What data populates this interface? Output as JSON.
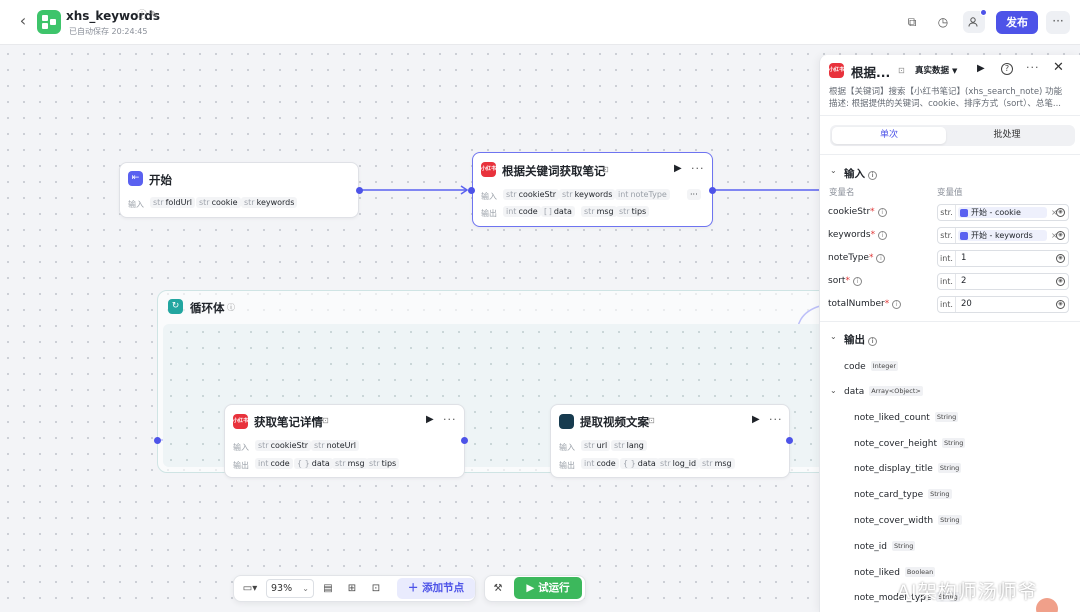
{
  "header": {
    "title": "xhs_keywords",
    "autosave": "已自动保存 20:24:45",
    "publish_label": "发布",
    "brand_color": "#4d53e8"
  },
  "nodes": {
    "start": {
      "title": "开始",
      "input_label": "输入",
      "inputs": [
        {
          "type": "str",
          "name": "foldUrl"
        },
        {
          "type": "str",
          "name": "cookie"
        },
        {
          "type": "str",
          "name": "keywords"
        }
      ]
    },
    "search": {
      "title": "根据关键词获取笔记",
      "icon_text": "小红书",
      "input_label": "输入",
      "output_label": "输出",
      "inputs": [
        {
          "type": "str",
          "name": "cookieStr"
        },
        {
          "type": "str",
          "name": "keywords"
        },
        {
          "type": "int",
          "name": "noteType"
        }
      ],
      "outputs": [
        {
          "type": "int",
          "name": "code"
        },
        {
          "type": "[ ]",
          "name": "data"
        },
        {
          "type": "str",
          "name": "msg"
        },
        {
          "type": "str",
          "name": "tips"
        }
      ]
    },
    "loop": {
      "title": "循环体"
    },
    "detail": {
      "title": "获取笔记详情",
      "icon_text": "小红书",
      "input_label": "输入",
      "output_label": "输出",
      "inputs": [
        {
          "type": "str",
          "name": "cookieStr"
        },
        {
          "type": "str",
          "name": "noteUrl"
        }
      ],
      "outputs": [
        {
          "type": "int",
          "name": "code"
        },
        {
          "type": "{ }",
          "name": "data"
        },
        {
          "type": "str",
          "name": "msg"
        },
        {
          "type": "str",
          "name": "tips"
        }
      ]
    },
    "video": {
      "title": "提取视频文案",
      "input_label": "输入",
      "output_label": "输出",
      "inputs": [
        {
          "type": "str",
          "name": "url"
        },
        {
          "type": "str",
          "name": "lang"
        }
      ],
      "outputs": [
        {
          "type": "int",
          "name": "code"
        },
        {
          "type": "{ }",
          "name": "data"
        },
        {
          "type": "str",
          "name": "log_id"
        },
        {
          "type": "str",
          "name": "msg"
        }
      ]
    }
  },
  "toolbar": {
    "zoom": "93%",
    "add_node_label": "添加节点",
    "trial_run_label": "试运行"
  },
  "panel": {
    "title": "根据...",
    "icon_text": "小红书",
    "data_mode": "真实数据",
    "desc_line1": "根据【关键词】搜索【小红书笔记】(xhs_search_note) 功能",
    "desc_line2": "描述: 根据提供的关键词、cookie、排序方式（sort）、总笔...",
    "tabs": [
      "单次",
      "批处理"
    ],
    "input_section": "输入",
    "col_name": "变量名",
    "col_value": "变量值",
    "params": [
      {
        "name": "cookieStr",
        "type": "str.",
        "ref": "开始 - cookie"
      },
      {
        "name": "keywords",
        "type": "str.",
        "ref": "开始 - keywords"
      },
      {
        "name": "noteType",
        "type": "int.",
        "value": "1"
      },
      {
        "name": "sort",
        "type": "int.",
        "value": "2"
      },
      {
        "name": "totalNumber",
        "type": "int.",
        "value": "20"
      }
    ],
    "output_section": "输出",
    "outputs": [
      {
        "name": "code",
        "type": "Integer"
      },
      {
        "name": "data",
        "type": "Array<Object>"
      },
      {
        "name": "note_liked_count",
        "type": "String"
      },
      {
        "name": "note_cover_height",
        "type": "String"
      },
      {
        "name": "note_display_title",
        "type": "String"
      },
      {
        "name": "note_card_type",
        "type": "String"
      },
      {
        "name": "note_cover_width",
        "type": "String"
      },
      {
        "name": "note_id",
        "type": "String"
      },
      {
        "name": "note_liked",
        "type": "Boolean"
      },
      {
        "name": "note_model_type",
        "type": "String"
      }
    ]
  },
  "watermark": "AI架构师汤师爷"
}
